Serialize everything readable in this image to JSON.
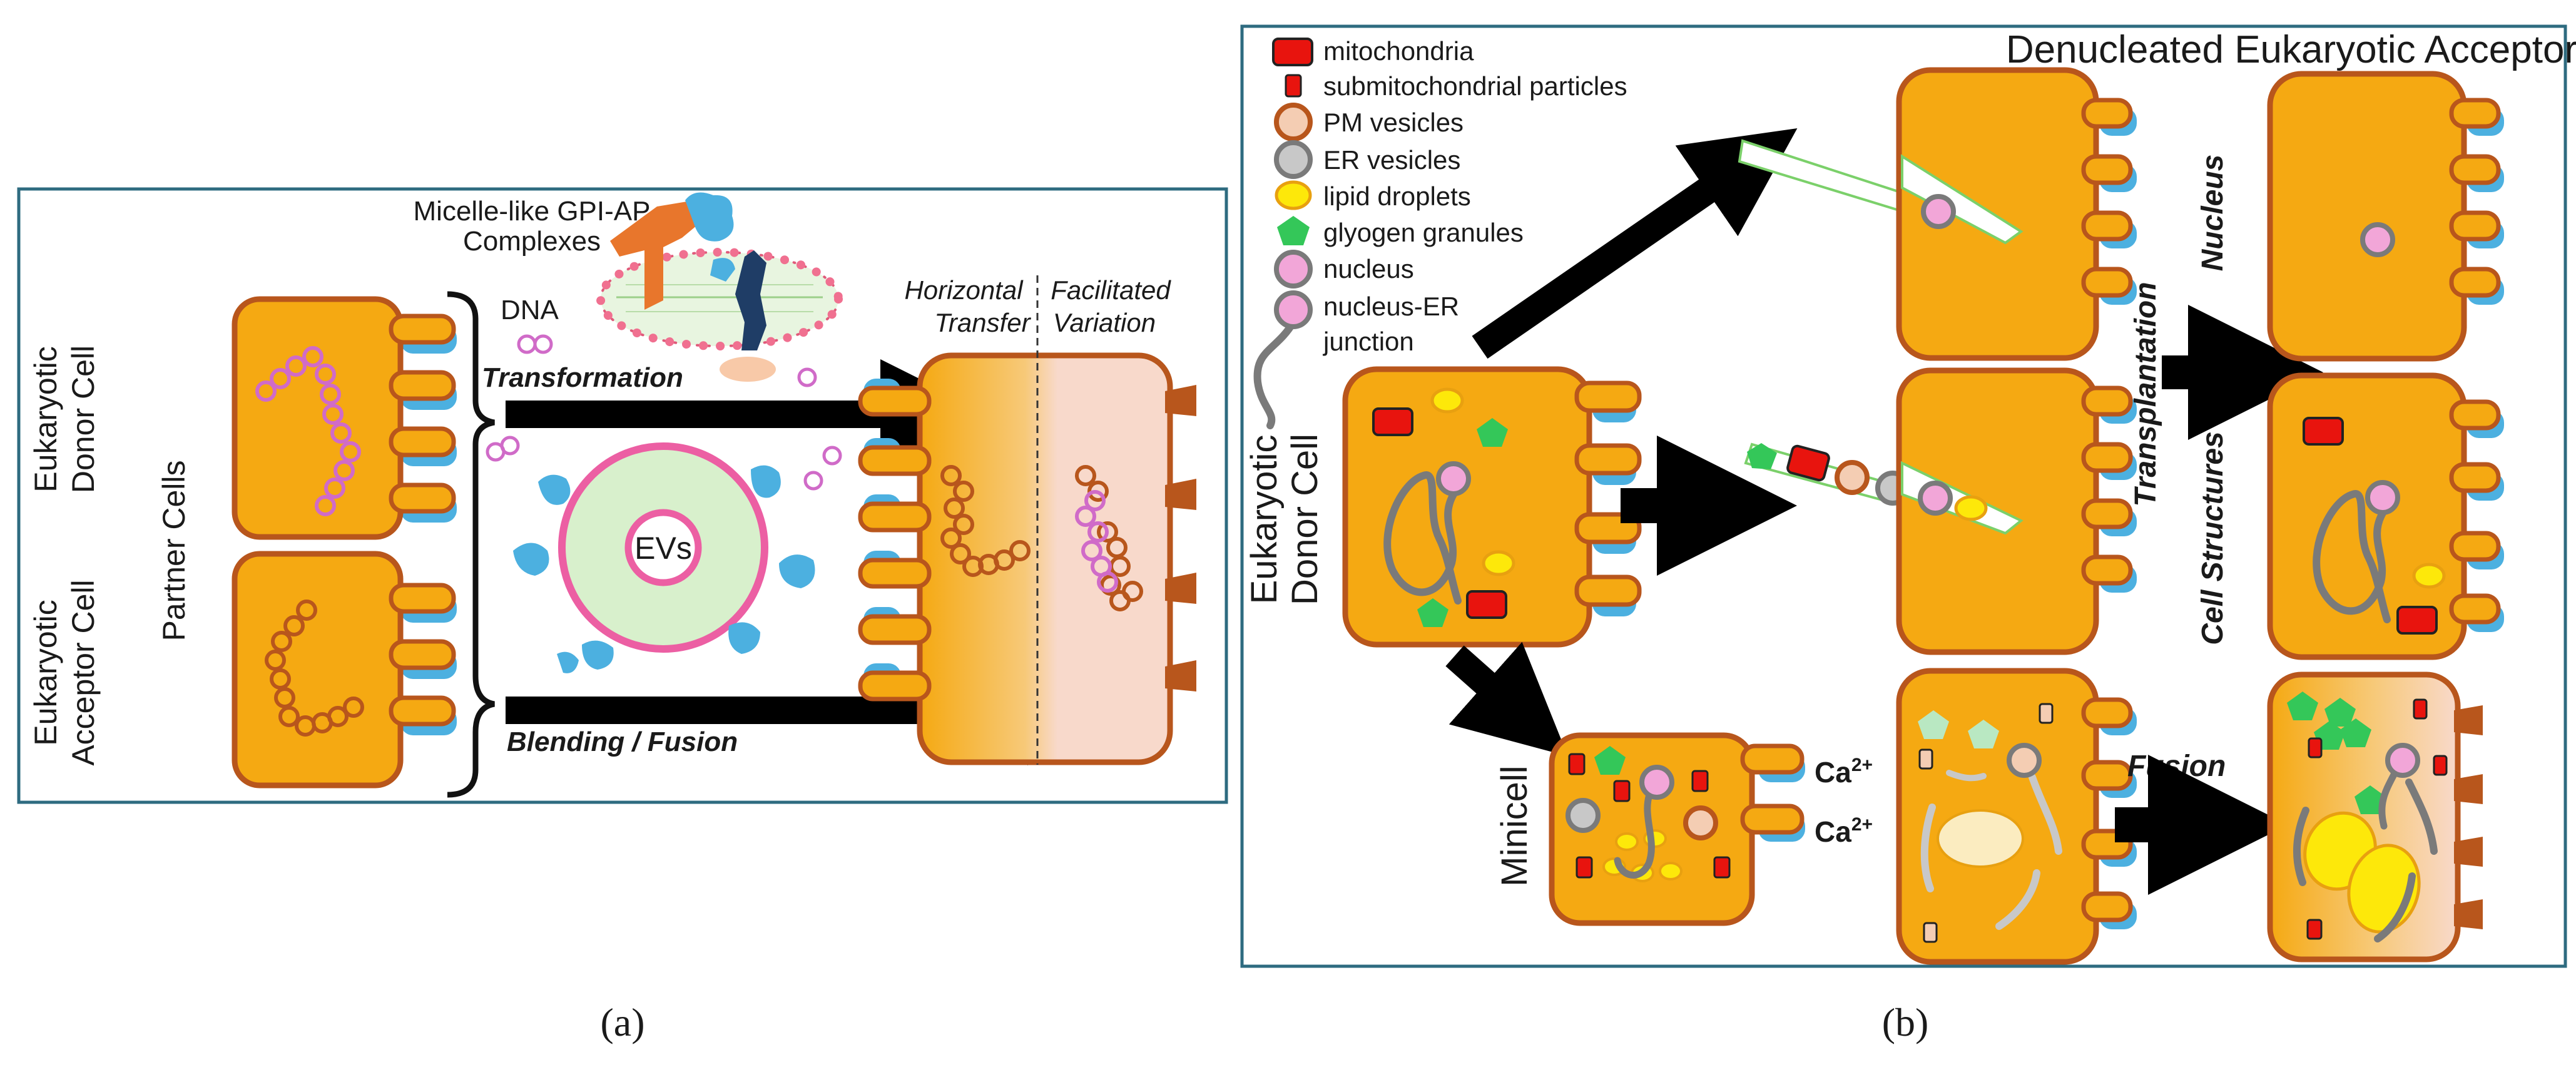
{
  "panel_a": {
    "caption": "(a)",
    "side_label": "Partner Cells",
    "donor_label_line1": "Eukaryotic",
    "donor_label_line2": "Donor Cell",
    "acceptor_label_line1": "Eukaryotic",
    "acceptor_label_line2": "Acceptor Cell",
    "micelle_line1": "Micelle-like GPI-AP",
    "micelle_line2": "Complexes",
    "dna": "DNA",
    "transformation": "Transformation",
    "evs": "EVs",
    "blending": "Blending / Fusion",
    "horizontal_line1": "Horizontal",
    "horizontal_line2": "Transfer",
    "facilitated_line1": "Facilitated",
    "facilitated_line2": "Variation"
  },
  "panel_b": {
    "caption": "(b)",
    "title": "Denucleated Eukaryotic Acceptor Cells",
    "legend": [
      {
        "label": "mitochondria",
        "icon": "mitochondria-icon"
      },
      {
        "label": "submitochondrial particles",
        "icon": "submito-icon"
      },
      {
        "label": "PM vesicles",
        "icon": "pm-vesicle-icon"
      },
      {
        "label": "ER vesicles",
        "icon": "er-vesicle-icon"
      },
      {
        "label": "lipid droplets",
        "icon": "lipid-droplet-icon"
      },
      {
        "label": "glyogen granules",
        "icon": "glycogen-icon"
      },
      {
        "label": "nucleus",
        "icon": "nucleus-icon"
      },
      {
        "label": "nucleus-ER",
        "icon": "nucleus-er-icon"
      },
      {
        "label": "junction",
        "icon": ""
      }
    ],
    "donor_line1": "Eukaryotic",
    "donor_line2": "Donor Cell",
    "transplantation": "Transplantation",
    "nucleus": "Nucleus",
    "cell_structures": "Cell Structures",
    "minicell": "Minicell",
    "ca_base": "Ca",
    "ca_sup": "2+",
    "fusion": "Fusion"
  },
  "colors": {
    "cell_fill": "#f5a912",
    "cell_stroke": "#b8561c",
    "receptor_blue": "#4cb0e0",
    "frame": "#2e6b80",
    "mitochondria": "#e8140e",
    "pm_vesicle": "#f4cdb3",
    "er_vesicle": "#9a9a9a",
    "lipid": "#fde80a",
    "glycogen": "#34c759",
    "nucleus": "#f2a6d8",
    "fused_cell": "#f8d9cb"
  }
}
